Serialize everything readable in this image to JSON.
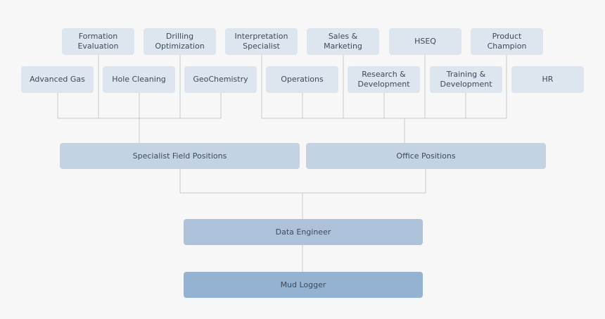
{
  "diagram": {
    "top_row": [
      {
        "label": "Formation\nEvaluation"
      },
      {
        "label": "Drilling\nOptimization"
      },
      {
        "label": "Interpretation\nSpecialist"
      },
      {
        "label": "Sales & Marketing"
      },
      {
        "label": "HSEQ"
      },
      {
        "label": "Product Champion"
      }
    ],
    "second_row": [
      {
        "label": "Advanced Gas"
      },
      {
        "label": "Hole Cleaning"
      },
      {
        "label": "GeoChemistry"
      },
      {
        "label": "Operations"
      },
      {
        "label": "Research &\nDevelopment"
      },
      {
        "label": "Training &\nDevelopment"
      },
      {
        "label": "HR"
      }
    ],
    "categories": [
      {
        "label": "Specialist Field Positions"
      },
      {
        "label": "Office Positions"
      }
    ],
    "data_engineer": {
      "label": "Data Engineer"
    },
    "mud_logger": {
      "label": "Mud Logger"
    },
    "colors": {
      "background": "#f7f7f7",
      "light_box": "#dde5ee",
      "category_box": "#c3d3e4",
      "engineer_box": "#adc2da",
      "logger_box": "#94b2d2",
      "connector": "#c9c9c9",
      "text": "#3d4a5c"
    }
  }
}
